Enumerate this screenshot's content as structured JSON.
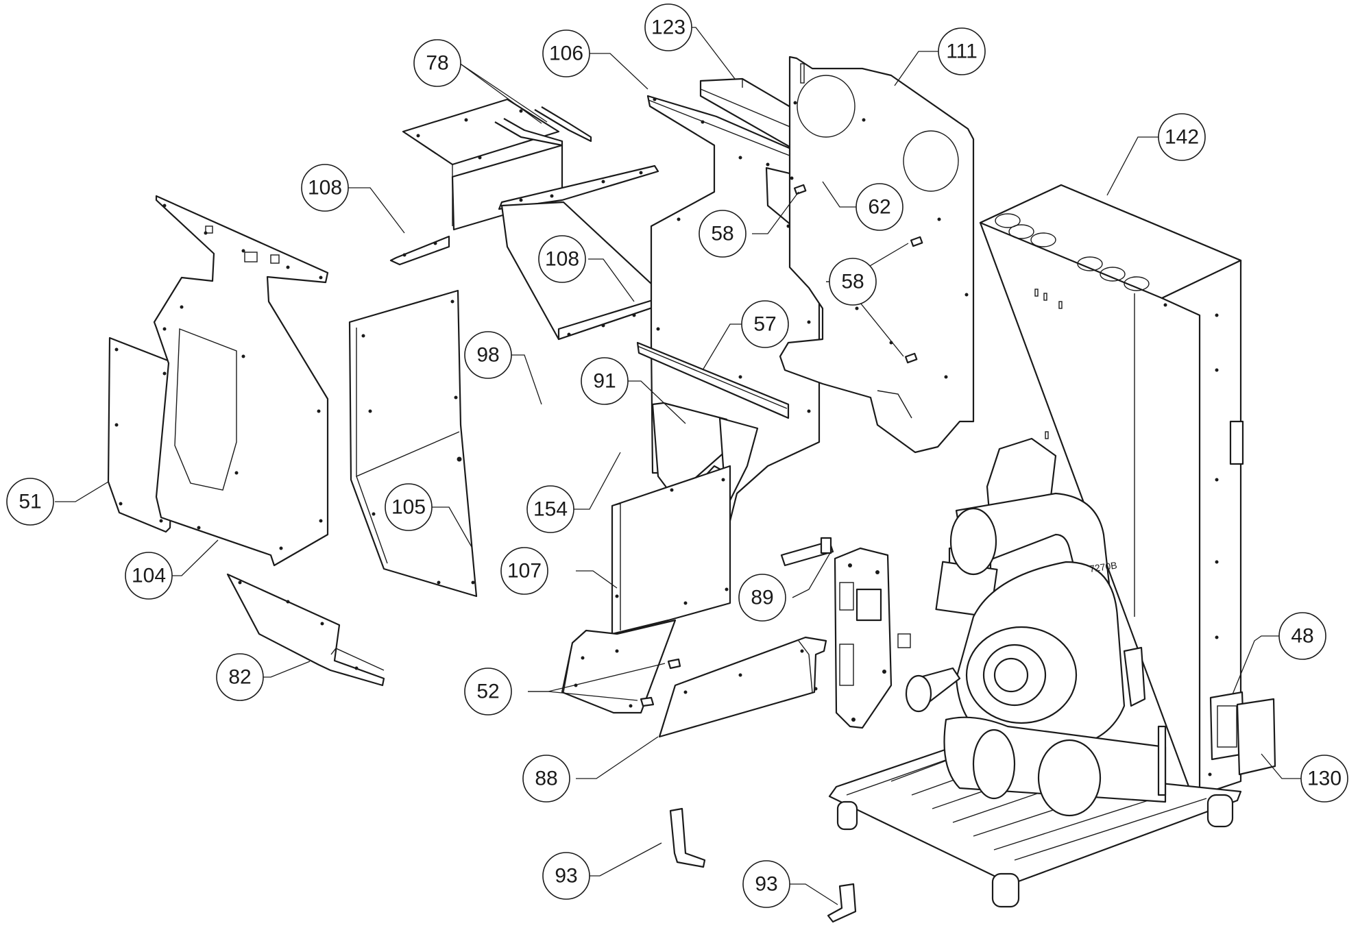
{
  "diagram": {
    "callouts": [
      {
        "id": "c51",
        "label": "51"
      },
      {
        "id": "c104",
        "label": "104"
      },
      {
        "id": "c82",
        "label": "82"
      },
      {
        "id": "c108a",
        "label": "108"
      },
      {
        "id": "c78",
        "label": "78"
      },
      {
        "id": "c105",
        "label": "105"
      },
      {
        "id": "c98",
        "label": "98"
      },
      {
        "id": "c108b",
        "label": "108"
      },
      {
        "id": "c106",
        "label": "106"
      },
      {
        "id": "c123",
        "label": "123"
      },
      {
        "id": "c111",
        "label": "111"
      },
      {
        "id": "c62",
        "label": "62"
      },
      {
        "id": "c58a",
        "label": "58"
      },
      {
        "id": "c58b",
        "label": "58"
      },
      {
        "id": "c57",
        "label": "57"
      },
      {
        "id": "c91",
        "label": "91"
      },
      {
        "id": "c154",
        "label": "154"
      },
      {
        "id": "c107",
        "label": "107"
      },
      {
        "id": "c52",
        "label": "52"
      },
      {
        "id": "c88",
        "label": "88"
      },
      {
        "id": "c89",
        "label": "89"
      },
      {
        "id": "c142",
        "label": "142"
      },
      {
        "id": "c48",
        "label": "48"
      },
      {
        "id": "c130",
        "label": "130"
      },
      {
        "id": "c93a",
        "label": "93"
      },
      {
        "id": "c93b",
        "label": "93"
      }
    ],
    "fan_label": "7270B"
  }
}
